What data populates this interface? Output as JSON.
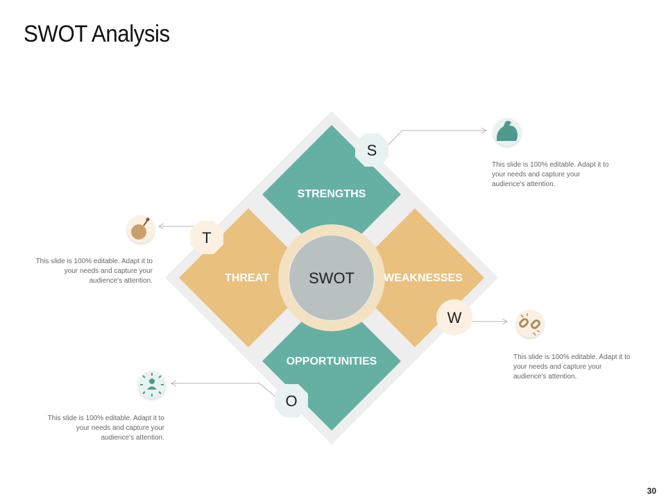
{
  "slide": {
    "title": "SWOT Analysis",
    "page_number": "30"
  },
  "center": {
    "label": "SWOT"
  },
  "quadrants": {
    "strengths": {
      "label": "STRENGTHS",
      "letter": "S",
      "color": "#66afa3",
      "icon": "strong-arm-icon",
      "description": "This slide is 100% editable. Adapt it to your needs and capture your audience's attention."
    },
    "weaknesses": {
      "label": "WEAKNESSES",
      "letter": "W",
      "color": "#e9c07e",
      "icon": "broken-link-icon",
      "description": "This slide is 100% editable. Adapt it to your needs and capture your audience's attention."
    },
    "opportunities": {
      "label": "OPPORTUNITIES",
      "letter": "O",
      "color": "#66afa3",
      "icon": "network-person-icon",
      "description": "This slide is 100% editable. Adapt it to your needs and capture your audience's attention."
    },
    "threat": {
      "label": "THREAT",
      "letter": "T",
      "color": "#e9c07e",
      "icon": "bomb-icon",
      "description": "This slide is 100% editable. Adapt it to your needs and capture your audience's attention."
    }
  },
  "colors": {
    "teal": "#66afa3",
    "tan": "#e9c07e",
    "center_circle": "#b9c0c0",
    "outer_frame": "#eeeeee",
    "badge_teal": "#e8f2f0",
    "badge_tan": "#fbf0e2"
  }
}
